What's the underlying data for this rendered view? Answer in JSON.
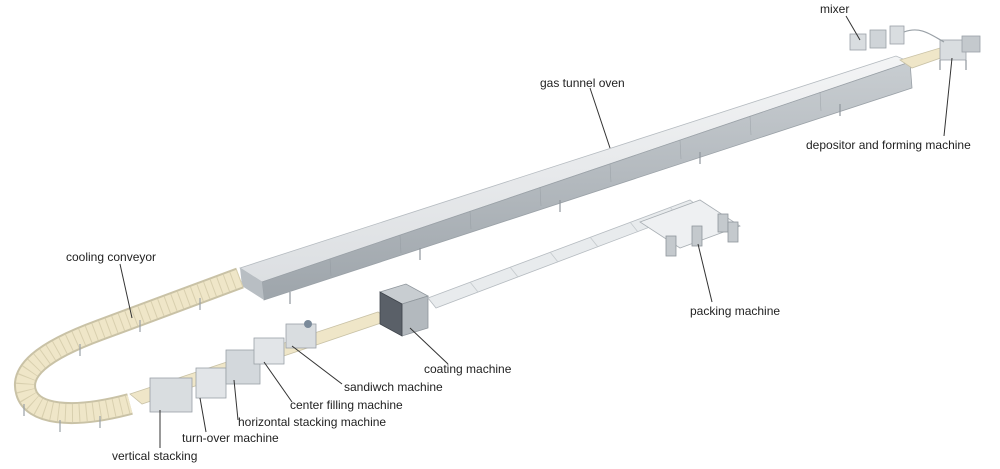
{
  "labels": {
    "mixer": "mixer",
    "gas_tunnel_oven": "gas tunnel oven",
    "depositor_forming": "depositor and forming machine",
    "cooling_conveyor": "cooling conveyor",
    "packing_machine": "packing machine",
    "coating_machine": "coating machine",
    "sandwich_machine": "sandiwch machine",
    "center_filling": "center filling machine",
    "horizontal_stacking": "horizontal stacking machine",
    "turn_over": "turn-over machine",
    "vertical_stacking": "vertical stacking"
  },
  "colors": {
    "metal": "#d9dde0",
    "metal_dark": "#a9afb4",
    "metal_light": "#eef0f2",
    "belt": "#efe6c8",
    "belt_edge": "#c9c2a6",
    "leader": "#333333"
  }
}
